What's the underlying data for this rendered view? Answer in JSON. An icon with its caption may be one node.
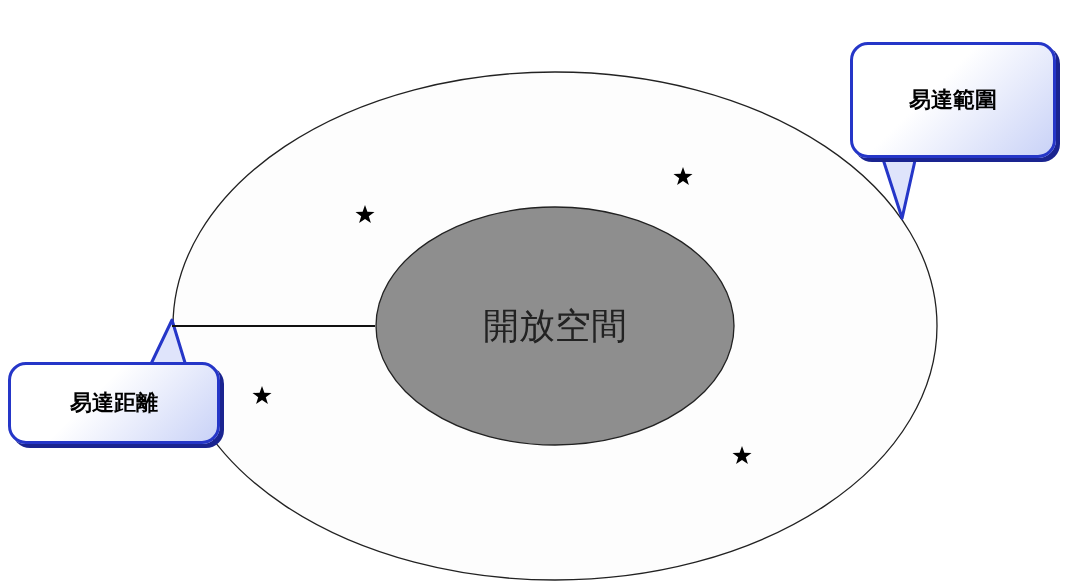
{
  "diagram": {
    "nodes": [
      {
        "text": [],
        "shape": "ellipse"
      },
      {
        "text": [
          "開放空間"
        ],
        "in": 0
      },
      {
        "text": [
          "易達範圍"
        ]
      },
      {
        "text": [
          "易達距離"
        ]
      }
    ],
    "edges": [
      {
        "from": 2,
        "to": 0,
        "arrow": "to"
      },
      {
        "from": 3,
        "to": null,
        "arrow": "to"
      },
      {
        "from": 0,
        "to": 1,
        "arrow": "none",
        "color": "#111111"
      }
    ]
  }
}
